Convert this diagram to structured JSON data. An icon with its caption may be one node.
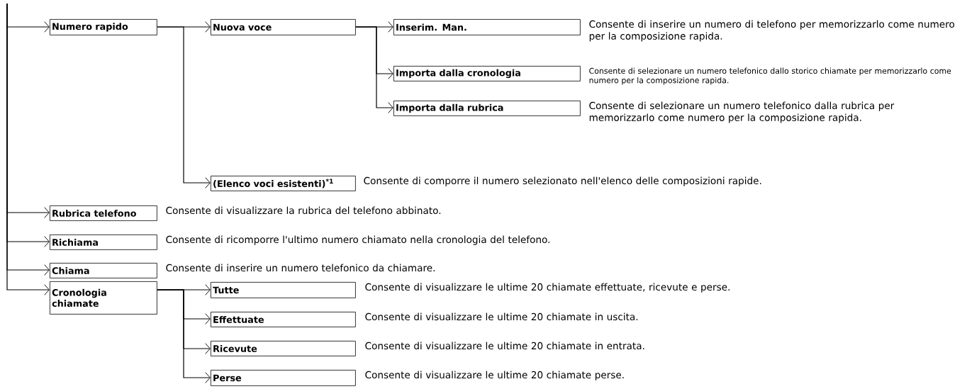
{
  "diagram": {
    "nodes": [
      {
        "text": [
          "Numero rapido"
        ]
      },
      {
        "text": [
          "Nuova voce"
        ]
      },
      {
        "text": [
          "Inserim. Man."
        ],
        "beside": [
          "Consente di inserire un numero di telefono per memorizzarlo come numero per la composizione rapida."
        ]
      },
      {
        "text": [
          "Importa dalla cronologia"
        ],
        "beside": [
          "Consente di selezionare un numero telefonico dallo storico chiamate per memorizzarlo come numero per la composizione rapida."
        ]
      },
      {
        "text": [
          "Importa dalla rubrica"
        ],
        "beside": [
          "Consente di selezionare un numero telefonico dalla rubrica per memorizzarlo come numero per la composizione rapida."
        ]
      },
      {
        "text": [
          "(Elenco voci esistenti)$^{*1}$"
        ],
        "beside": [
          "Consente di comporre il numero selezionato nell'elenco delle composizioni rapide."
        ]
      },
      {
        "text": [
          "Rubrica telefono"
        ],
        "beside": [
          "Consente di visualizzare la rubrica del telefono abbinato."
        ]
      },
      {
        "text": [
          "Richiama"
        ],
        "beside": [
          "Consente di ricomporre l'ultimo numero chiamato nella cronologia del telefono."
        ]
      },
      {
        "text": [
          "Chiama"
        ],
        "beside": [
          "Consente di inserire un numero telefonico da chiamare."
        ]
      },
      {
        "text": [
          "Cronologia chiamate"
        ]
      },
      {
        "text": [
          "Tutte"
        ],
        "beside": [
          "Consente di visualizzare le ultime 20 chiamate effettuate, ricevute e perse."
        ]
      },
      {
        "text": [
          "Effettuate"
        ],
        "beside": [
          "Consente di visualizzare le ultime 20 chiamate in uscita."
        ]
      },
      {
        "text": [
          "Ricevute"
        ],
        "beside": [
          "Consente di visualizzare le ultime 20 chiamate in entrata."
        ]
      },
      {
        "text": [
          "Perse"
        ],
        "beside": [
          "Consente di visualizzare le ultime 20 chiamate perse."
        ]
      }
    ],
    "edges": [
      {
        "from": null,
        "to": 0,
        "arrow": "to"
      },
      {
        "from": 0,
        "to": 1,
        "arrow": "to"
      },
      {
        "from": 1,
        "to": 2,
        "arrow": "to"
      },
      {
        "from": 1,
        "to": 3,
        "arrow": "to"
      },
      {
        "from": 1,
        "to": 4,
        "arrow": "to"
      },
      {
        "from": 0,
        "to": 5,
        "arrow": "to"
      },
      {
        "from": null,
        "to": 6,
        "arrow": "to"
      },
      {
        "from": null,
        "to": 7,
        "arrow": "to"
      },
      {
        "from": null,
        "to": 8,
        "arrow": "to"
      },
      {
        "from": null,
        "to": 9,
        "arrow": "to"
      },
      {
        "from": 9,
        "to": 10,
        "arrow": "to"
      },
      {
        "from": 9,
        "to": 11,
        "arrow": "to"
      },
      {
        "from": 9,
        "to": 12,
        "arrow": "to"
      },
      {
        "from": 9,
        "to": 13,
        "arrow": "to"
      }
    ]
  }
}
